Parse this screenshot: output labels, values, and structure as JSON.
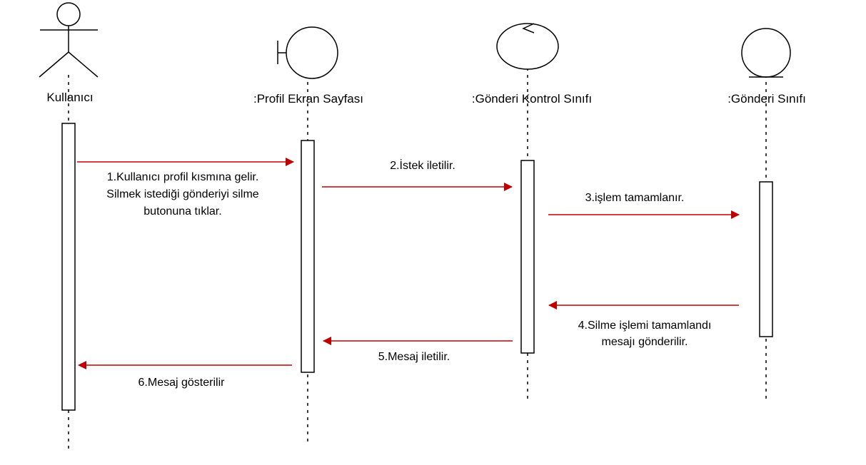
{
  "colors": {
    "message": "#c00000",
    "line": "#000000",
    "background": "#ffffff"
  },
  "participants": [
    {
      "id": "user",
      "type": "actor",
      "label": "Kullanıcı"
    },
    {
      "id": "profile",
      "type": "boundary",
      "label": ":Profil Ekran Sayfası"
    },
    {
      "id": "control",
      "type": "control",
      "label": ":Gönderi Kontrol Sınıfı"
    },
    {
      "id": "entity",
      "type": "entity",
      "label": ":Gönderi Sınıfı"
    }
  ],
  "messages": [
    {
      "from": "user",
      "to": "profile",
      "lines": [
        "1.Kullanıcı profil kısmına gelir.",
        "Silmek istediği gönderiyi silme",
        "butonuna tıklar."
      ]
    },
    {
      "from": "profile",
      "to": "control",
      "lines": [
        "2.İstek iletilir."
      ]
    },
    {
      "from": "control",
      "to": "entity",
      "lines": [
        "3.işlem tamamlanır."
      ]
    },
    {
      "from": "entity",
      "to": "control",
      "lines": [
        "4.Silme işlemi tamamlandı",
        "mesajı gönderilir."
      ]
    },
    {
      "from": "control",
      "to": "profile",
      "lines": [
        "5.Mesaj iletilir."
      ]
    },
    {
      "from": "profile",
      "to": "user",
      "lines": [
        "6.Mesaj gösterilir"
      ]
    }
  ]
}
